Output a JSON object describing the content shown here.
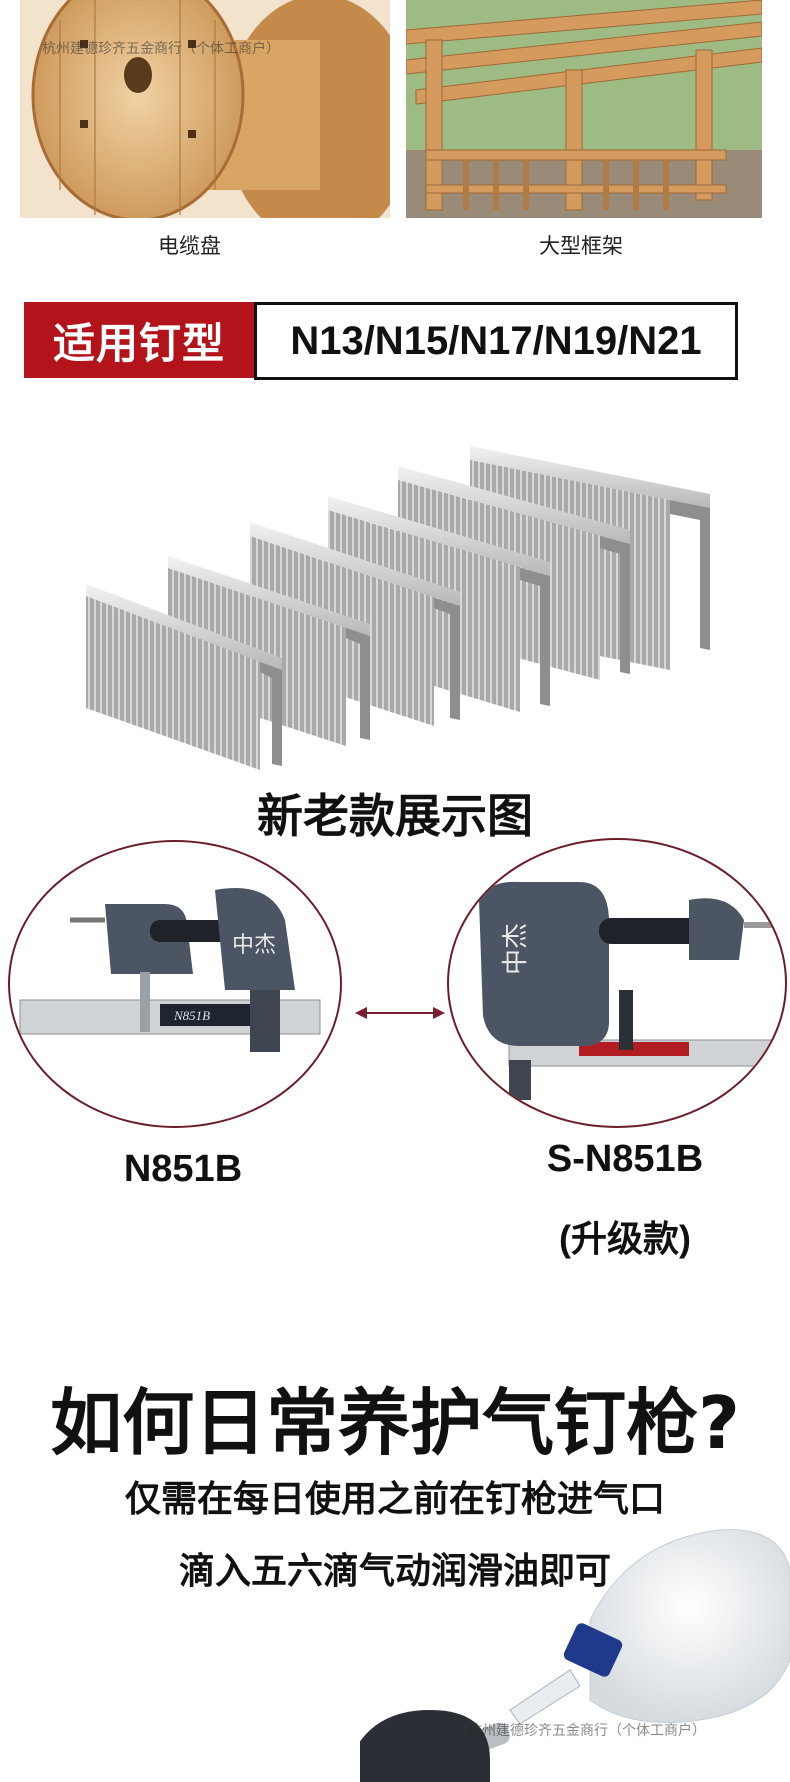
{
  "watermark_top": "杭州建德珍齐五金商行（个体工商户）",
  "watermark_bottom": "杭州建德珍齐五金商行（个体工商户）",
  "photos": [
    {
      "caption": "电缆盘"
    },
    {
      "caption": "大型框架"
    }
  ],
  "nail_types": {
    "label": "适用钉型",
    "value": "N13/N15/N17/N19/N21"
  },
  "showcase_title": "新老款展示图",
  "models": {
    "old": "N851B",
    "new": "S-N851B",
    "new_note": "(升级款)",
    "tool_label_old": "N851B",
    "tool_brand": "中杰"
  },
  "maintenance": {
    "title": "如何日常养护气钉枪?",
    "line1": "仅需在每日使用之前在钉枪进气口",
    "line2": "滴入五六滴气动润滑油即可"
  },
  "colors": {
    "accent_red": "#b3141b",
    "circle_border": "#6b1e2a"
  }
}
